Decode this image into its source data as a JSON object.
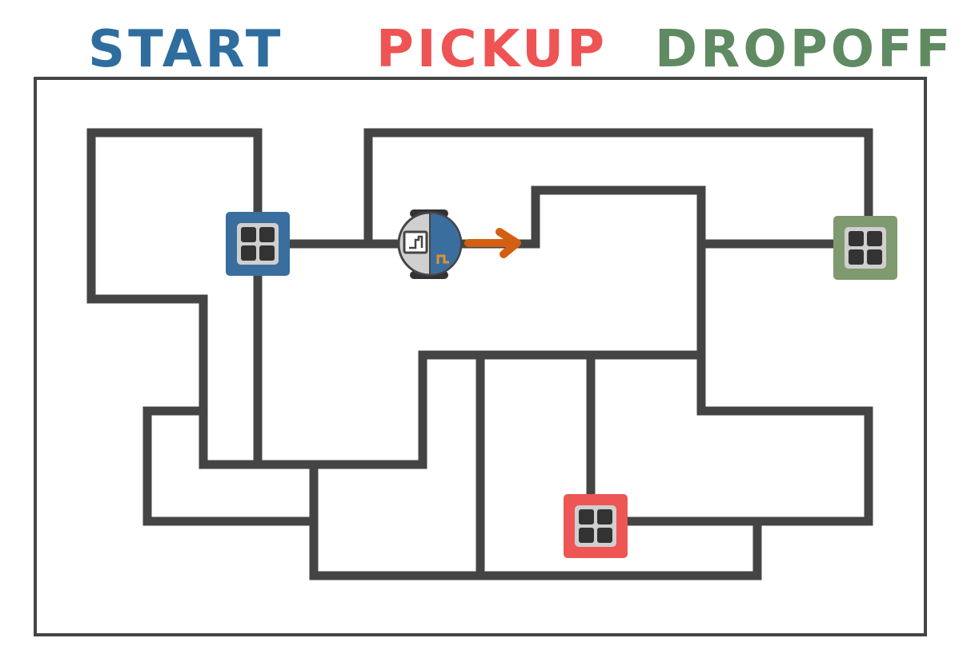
{
  "legend": {
    "start": {
      "label": "START",
      "color": "#2f6d9f"
    },
    "pickup": {
      "label": "PICKUP",
      "color": "#ef5454"
    },
    "dropoff": {
      "label": "DROPOFF",
      "color": "#5f8a62"
    }
  },
  "stations": {
    "start": {
      "color": "#3a6e9e",
      "icon": "grid-four-square-icon"
    },
    "pickup": {
      "color": "#ee5555",
      "icon": "grid-four-square-icon"
    },
    "dropoff": {
      "color": "#7f9a6e",
      "icon": "grid-four-square-icon"
    }
  },
  "robot": {
    "icon": "robot-icon",
    "body_color": "#d0d0d0",
    "panel_color": "#3a6e9e",
    "direction": "right",
    "arrow_color": "#d35f12"
  },
  "colors": {
    "track": "#444444",
    "frame": "#444444",
    "tile_inner": "#cfcfcf",
    "tile_square": "#333333"
  }
}
